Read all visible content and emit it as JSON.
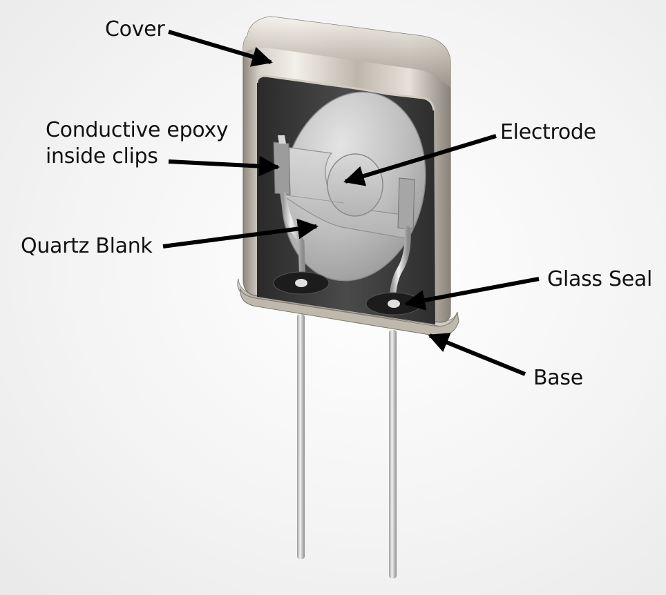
{
  "labels": {
    "cover": "Cover",
    "epoxy_line1": "Conductive epoxy",
    "epoxy_line2": "inside clips",
    "electrode": "Electrode",
    "quartz_blank": "Quartz Blank",
    "glass_seal": "Glass Seal",
    "base": "Base"
  },
  "colors": {
    "label_text": "#111111",
    "arrow": "#000000",
    "metal_light": "#d9d5cf",
    "metal_dark": "#7a746c",
    "interior": "#3a3a3a",
    "quartz": "#b8b8b8"
  }
}
